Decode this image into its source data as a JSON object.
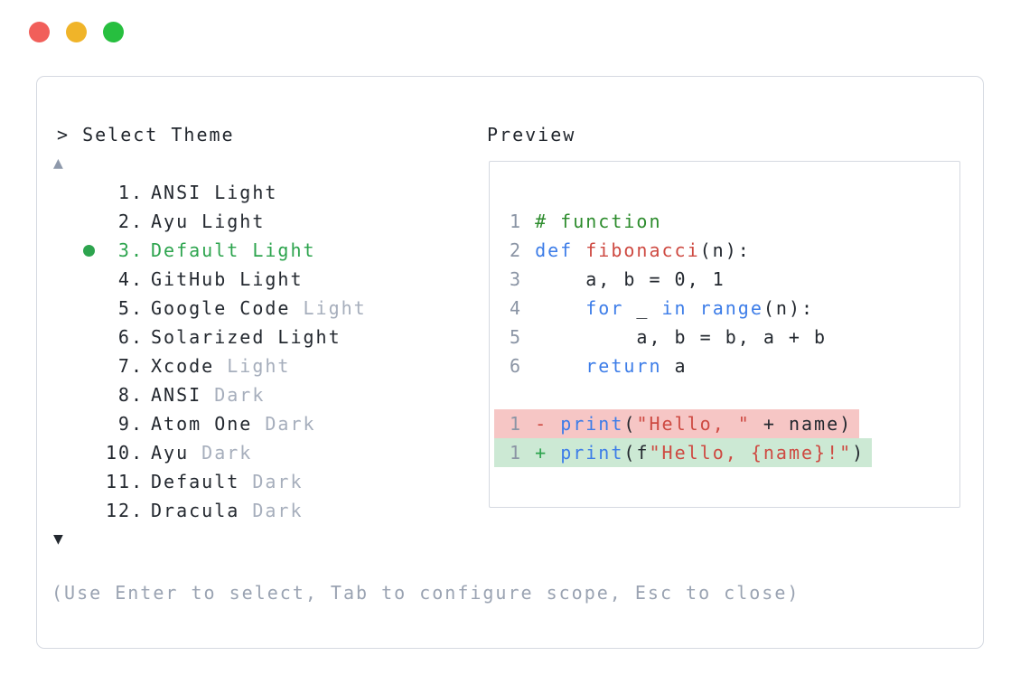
{
  "window": {
    "dots": [
      {
        "name": "close-button",
        "color": "#f15f5a"
      },
      {
        "name": "minimize-button",
        "color": "#f0b429"
      },
      {
        "name": "maximize-button",
        "color": "#27bf3f"
      }
    ]
  },
  "theme_selector": {
    "prompt": "> Select Theme",
    "scroll_up_indicator": "▲",
    "scroll_down_indicator": "▼",
    "selected_color": "#2da44e",
    "items": [
      {
        "number": "1.",
        "selected": false,
        "parts": [
          {
            "text": "ANSI Light",
            "muted": false
          }
        ]
      },
      {
        "number": "2.",
        "selected": false,
        "parts": [
          {
            "text": "Ayu Light",
            "muted": false
          }
        ]
      },
      {
        "number": "3.",
        "selected": true,
        "parts": [
          {
            "text": "Default Light",
            "muted": false
          }
        ]
      },
      {
        "number": "4.",
        "selected": false,
        "parts": [
          {
            "text": "GitHub Light",
            "muted": false
          }
        ]
      },
      {
        "number": "5.",
        "selected": false,
        "parts": [
          {
            "text": "Google Code",
            "muted": false
          },
          {
            "text": " Light",
            "muted": true
          }
        ]
      },
      {
        "number": "6.",
        "selected": false,
        "parts": [
          {
            "text": "Solarized Light",
            "muted": false
          }
        ]
      },
      {
        "number": "7.",
        "selected": false,
        "parts": [
          {
            "text": "Xcode",
            "muted": false
          },
          {
            "text": " Light",
            "muted": true
          }
        ]
      },
      {
        "number": "8.",
        "selected": false,
        "parts": [
          {
            "text": "ANSI",
            "muted": false
          },
          {
            "text": " Dark",
            "muted": true
          }
        ]
      },
      {
        "number": "9.",
        "selected": false,
        "parts": [
          {
            "text": "Atom One",
            "muted": false
          },
          {
            "text": " Dark",
            "muted": true
          }
        ]
      },
      {
        "number": "10.",
        "selected": false,
        "parts": [
          {
            "text": "Ayu",
            "muted": false
          },
          {
            "text": " Dark",
            "muted": true
          }
        ]
      },
      {
        "number": "11.",
        "selected": false,
        "parts": [
          {
            "text": "Default",
            "muted": false
          },
          {
            "text": " Dark",
            "muted": true
          }
        ]
      },
      {
        "number": "12.",
        "selected": false,
        "parts": [
          {
            "text": "Dracula",
            "muted": false
          },
          {
            "text": " Dark",
            "muted": true
          }
        ]
      }
    ],
    "footer_hint": "(Use Enter to select, Tab to configure scope, Esc to close)"
  },
  "preview": {
    "title": "Preview",
    "syntax_colors": {
      "keyword": "#3d7de8",
      "comment": "#2d8c2d",
      "function_and_string": "#ce4a42",
      "plain": "#23282f",
      "gutter": "#8b95a5",
      "diff_removed_bg": "#f6c6c5",
      "diff_added_bg": "#cce9d4"
    },
    "code_lines": [
      {
        "gutter": "1",
        "segs": [
          [
            "pln",
            " "
          ],
          [
            "com",
            "# function"
          ]
        ]
      },
      {
        "gutter": "2",
        "segs": [
          [
            "pln",
            " "
          ],
          [
            "kw",
            "def"
          ],
          [
            "pln",
            " "
          ],
          [
            "fn",
            "fibonacci"
          ],
          [
            "pln",
            "(n):"
          ]
        ]
      },
      {
        "gutter": "3",
        "segs": [
          [
            "pln",
            "     a, b = 0, 1"
          ]
        ]
      },
      {
        "gutter": "4",
        "segs": [
          [
            "pln",
            "     "
          ],
          [
            "kw",
            "for"
          ],
          [
            "pln",
            " _ "
          ],
          [
            "kw",
            "in"
          ],
          [
            "pln",
            " "
          ],
          [
            "kw",
            "range"
          ],
          [
            "pln",
            "(n):"
          ]
        ]
      },
      {
        "gutter": "5",
        "segs": [
          [
            "pln",
            "         a, b = b, a + b"
          ]
        ]
      },
      {
        "gutter": "6",
        "segs": [
          [
            "pln",
            "     "
          ],
          [
            "kw",
            "return"
          ],
          [
            "pln",
            " a"
          ]
        ]
      },
      {
        "blank": true
      },
      {
        "gutter": "1",
        "diff": "removed",
        "segs": [
          [
            "pln",
            " "
          ],
          [
            "del",
            "-"
          ],
          [
            "pln",
            " "
          ],
          [
            "kw",
            "print"
          ],
          [
            "pln",
            "("
          ],
          [
            "str",
            "\"Hello, \""
          ],
          [
            "pln",
            " + name)"
          ]
        ]
      },
      {
        "gutter": "1",
        "diff": "added",
        "segs": [
          [
            "pln",
            " "
          ],
          [
            "add",
            "+"
          ],
          [
            "pln",
            " "
          ],
          [
            "kw",
            "print"
          ],
          [
            "pln",
            "(f"
          ],
          [
            "str",
            "\"Hello, {name}!\""
          ],
          [
            "pln",
            ")"
          ]
        ]
      }
    ]
  }
}
